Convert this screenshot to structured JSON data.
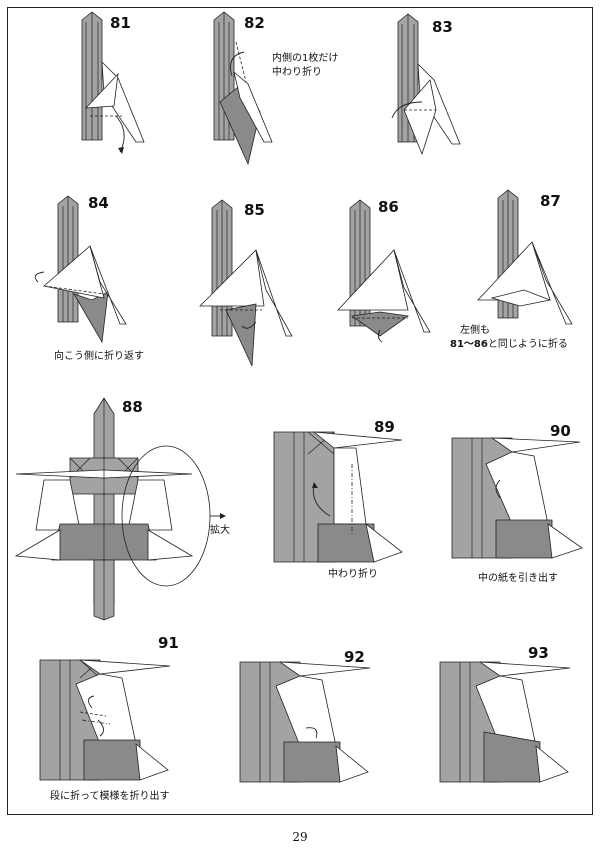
{
  "page_number": "29",
  "steps": [
    {
      "number": "81"
    },
    {
      "number": "82",
      "caption": [
        "内側の1枚だけ",
        "中わり折り"
      ]
    },
    {
      "number": "83"
    },
    {
      "number": "84",
      "caption": [
        "向こう側に折り返す"
      ]
    },
    {
      "number": "85"
    },
    {
      "number": "86"
    },
    {
      "number": "87",
      "caption": [
        "左側も",
        "81〜86",
        "と同じように折る"
      ]
    },
    {
      "number": "88",
      "caption": [
        "拡大"
      ]
    },
    {
      "number": "89",
      "caption": [
        "中わり折り"
      ]
    },
    {
      "number": "90",
      "caption": [
        "中の紙を引き出す"
      ]
    },
    {
      "number": "91",
      "caption": [
        "段に折って模様を折り出す"
      ]
    },
    {
      "number": "92"
    },
    {
      "number": "93"
    }
  ]
}
